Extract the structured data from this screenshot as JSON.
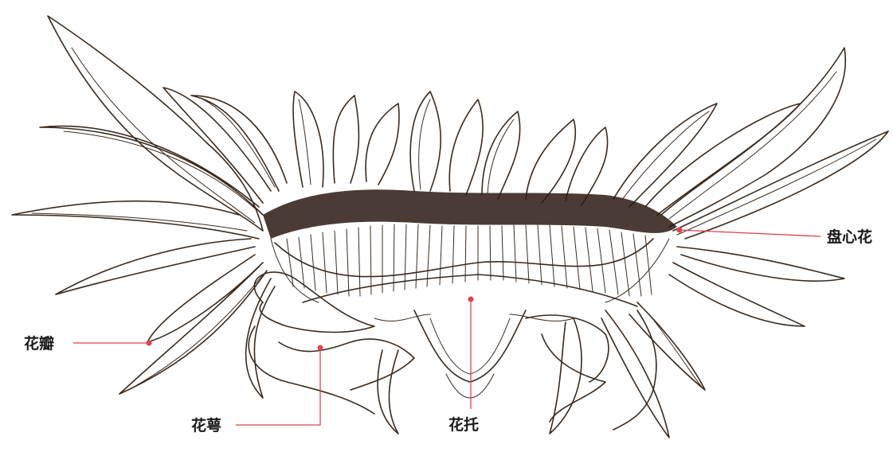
{
  "labels": {
    "disc_florets": "盘心花",
    "petal": "花瓣",
    "sepal": "花萼",
    "receptacle": "花托"
  },
  "colors": {
    "leader_line": "#e0424a",
    "ink": "#3a2a1e",
    "background": "#ffffff"
  }
}
